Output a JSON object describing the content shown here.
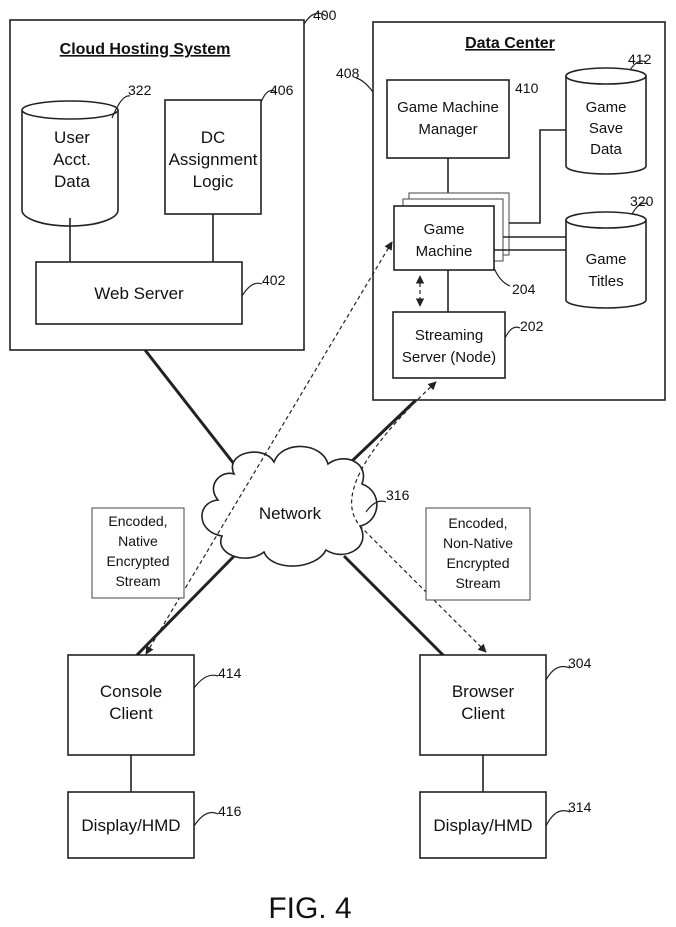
{
  "cloud": {
    "title": "Cloud Hosting System",
    "ref": "400",
    "user_db": {
      "lines": [
        "User",
        "Acct.",
        "Data"
      ],
      "ref": "322"
    },
    "dc_logic": {
      "lines": [
        "DC",
        "Assignment",
        "Logic"
      ],
      "ref": "406"
    },
    "web_server": {
      "label": "Web Server",
      "ref": "402"
    }
  },
  "datacenter": {
    "title": "Data Center",
    "ref": "408",
    "gm_manager": {
      "lines": [
        "Game Machine",
        "Manager"
      ],
      "ref": "410"
    },
    "save_db": {
      "lines": [
        "Game",
        "Save",
        "Data"
      ],
      "ref": "412"
    },
    "game_machine": {
      "lines": [
        "Game",
        "Machine"
      ],
      "ref": "204"
    },
    "titles_db": {
      "lines": [
        "Game",
        "Titles"
      ],
      "ref": "320"
    },
    "streaming": {
      "lines": [
        "Streaming",
        "Server (Node)"
      ],
      "ref": "202"
    }
  },
  "network": {
    "label": "Network",
    "ref": "316"
  },
  "stream_native": {
    "lines": [
      "Encoded,",
      "Native",
      "Encrypted",
      "Stream"
    ]
  },
  "stream_non_native": {
    "lines": [
      "Encoded,",
      "Non-Native",
      "Encrypted",
      "Stream"
    ]
  },
  "console": {
    "lines": [
      "Console",
      "Client"
    ],
    "ref": "414"
  },
  "console_display": {
    "label": "Display/HMD",
    "ref": "416"
  },
  "browser": {
    "lines": [
      "Browser",
      "Client"
    ],
    "ref": "304"
  },
  "browser_display": {
    "label": "Display/HMD",
    "ref": "314"
  },
  "figure_label": "FIG. 4"
}
